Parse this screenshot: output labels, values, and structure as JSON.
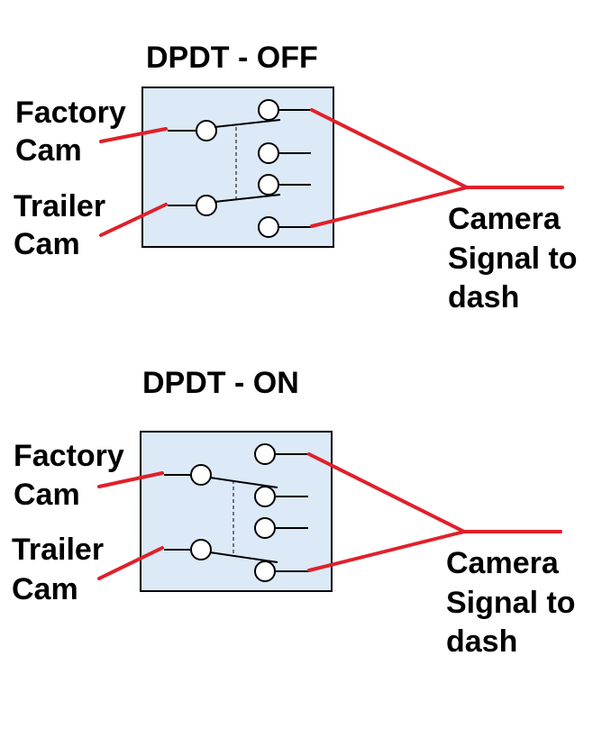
{
  "colors": {
    "box_fill": "#dce9f7",
    "wire_red": "#e0202a",
    "wire_black": "#000000"
  },
  "diagrams": [
    {
      "title": "DPDT - OFF",
      "input_labels": [
        [
          "Factory",
          "Cam"
        ],
        [
          "Trailer",
          "Cam"
        ]
      ],
      "output_label": [
        "Camera",
        "Signal to",
        "dash"
      ],
      "switch_state": "off"
    },
    {
      "title": "DPDT - ON",
      "input_labels": [
        [
          "Factory",
          "Cam"
        ],
        [
          "Trailer",
          "Cam"
        ]
      ],
      "output_label": [
        "Camera",
        "Signal to",
        "dash"
      ],
      "switch_state": "on"
    }
  ]
}
